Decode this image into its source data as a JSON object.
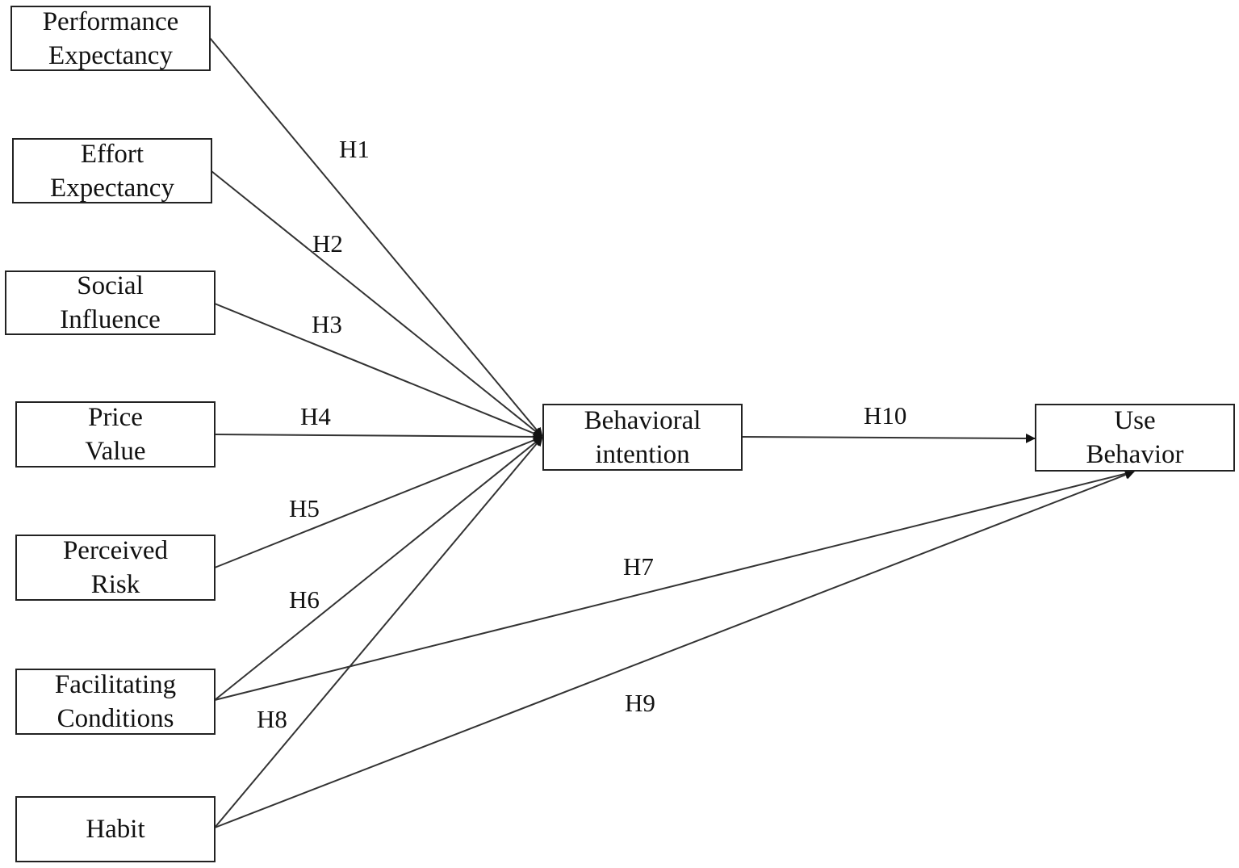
{
  "nodes": {
    "performance_expectancy": {
      "line1": "Performance",
      "line2": "Expectancy"
    },
    "effort_expectancy": {
      "line1": "Effort",
      "line2": "Expectancy"
    },
    "social_influence": {
      "line1": "Social",
      "line2": "Influence"
    },
    "price_value": {
      "line1": "Price",
      "line2": "Value"
    },
    "perceived_risk": {
      "line1": "Perceived",
      "line2": "Risk"
    },
    "facilitating_conditions": {
      "line1": "Facilitating",
      "line2": "Conditions"
    },
    "habit": {
      "line1": "Habit"
    },
    "behavioral_intention": {
      "line1": "Behavioral",
      "line2": "intention"
    },
    "use_behavior": {
      "line1": "Use",
      "line2": "Behavior"
    }
  },
  "hypotheses": {
    "h1": "H1",
    "h2": "H2",
    "h3": "H3",
    "h4": "H4",
    "h5": "H5",
    "h6": "H6",
    "h7": "H7",
    "h8": "H8",
    "h9": "H9",
    "h10": "H10"
  },
  "colors": {
    "line": "#333333",
    "border": "#222222",
    "text": "#111111"
  }
}
